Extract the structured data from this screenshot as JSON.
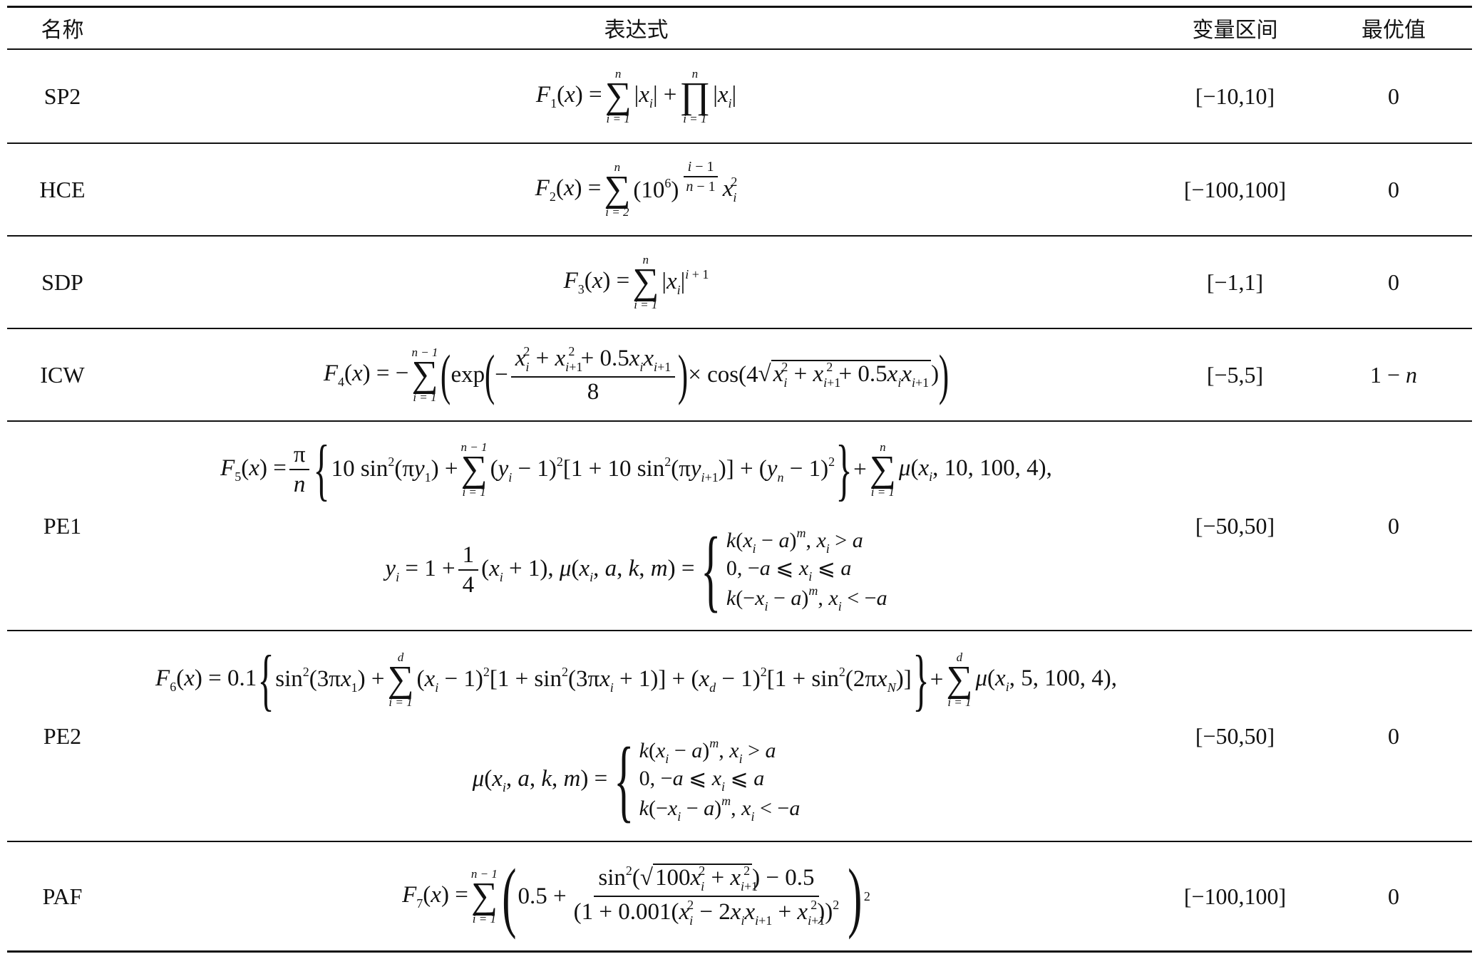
{
  "headers": {
    "name": "名称",
    "expression": "表达式",
    "range": "变量区间",
    "optimum": "最优值"
  },
  "rows": [
    {
      "name": "SP2",
      "range": "[−10,10]",
      "optimum": "0"
    },
    {
      "name": "HCE",
      "range": "[−100,100]",
      "optimum": "0"
    },
    {
      "name": "SDP",
      "range": "[−1,1]",
      "optimum": "0"
    },
    {
      "name": "ICW",
      "range": "[−5,5]",
      "optimum": "1 − n"
    },
    {
      "name": "PE1",
      "range": "[−50,50]",
      "optimum": "0"
    },
    {
      "name": "PE2",
      "range": "[−50,50]",
      "optimum": "0"
    },
    {
      "name": "PAF",
      "range": "[−100,100]",
      "optimum": "0"
    }
  ],
  "formulas": {
    "f1": "F1(x) = Σ_{i=1}^{n} |x_i| + Π_{i=1}^{n} |x_i|",
    "f2": "F2(x) = Σ_{i=2}^{n} (10^6)^{(i−1)/(n−1)} x_i^2",
    "f3": "F3(x) = Σ_{i=1}^{n} |x_i|^{i+1}",
    "f4": "F4(x) = −Σ_{i=1}^{n−1} ( exp( −(x_i^2 + x_{i+1}^2 + 0.5x_i x_{i+1})/8 ) × cos(4 √(x_i^2 + x_{i+1}^2 + 0.5x_i x_{i+1})) )",
    "f5_line1": "F5(x) = π/n {10 sin²(πy1) + Σ_{i=1}^{n−1} (y_i − 1)²[1 + 10 sin²(πy_{i+1})] + (y_n − 1)²} + Σ_{i=1}^{n} μ(x_i, 10, 100, 4),",
    "f5_line2": "y_i = 1 + 1/4 (x_i + 1), μ(x_i, a, k, m) =",
    "mu_case1": "k(x_i − a)^m, x_i > a",
    "mu_case2": "0, −a ⩽ x_i ⩽ a",
    "mu_case3": "k(−x_i − a)^m, x_i < −a",
    "f6_line1": "F6(x) = 0.1{sin²(3πx1) + Σ_{i=1}^{d} (x_i − 1)²[1 + sin²(3πx_i + 1)] + (x_d − 1)²[1 + sin²(2πx_N)]} + Σ_{i=1}^{d} μ(x_i, 5, 100, 4),",
    "f6_line2": "μ(x_i, a, k, m) =",
    "f7": "F7(x) = Σ_{i=1}^{n−1} ( 0.5 + (sin²(√(100x_i² + x_{i+1}²)) − 0.5) / (1 + 0.001(x_i² − 2x_i x_{i+1} + x_{i+1}²))² )²"
  }
}
